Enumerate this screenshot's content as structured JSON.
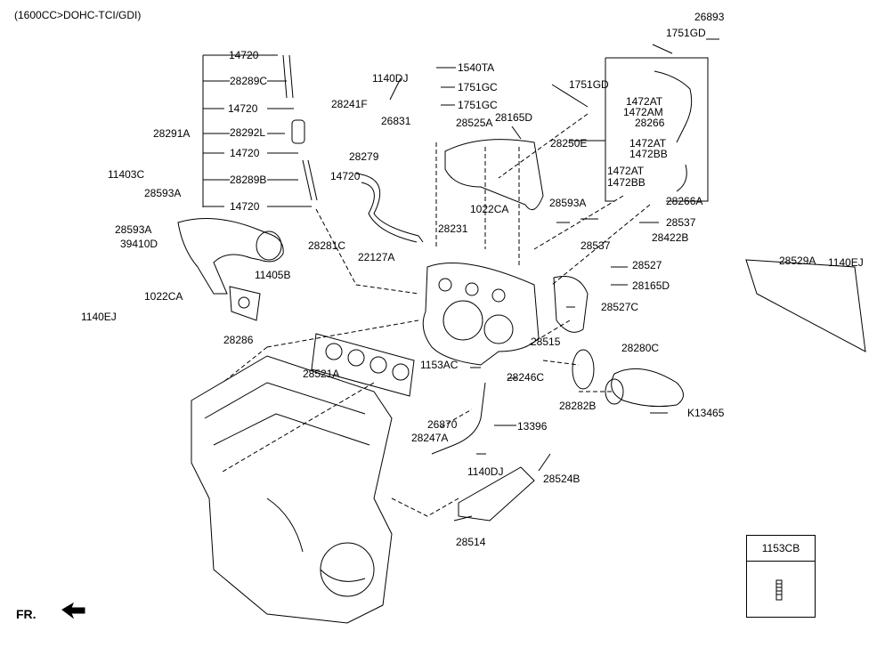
{
  "header": {
    "engine_spec": "(1600CC>DOHC-TCI/GDI)"
  },
  "orientation": {
    "fr_label": "FR."
  },
  "legend_box": {
    "part_no": "1153CB"
  },
  "callouts": [
    {
      "id": "26893",
      "text": "26893"
    },
    {
      "id": "1751GD_a",
      "text": "1751GD"
    },
    {
      "id": "14720_a",
      "text": "14720"
    },
    {
      "id": "28289C",
      "text": "28289C"
    },
    {
      "id": "14720_b",
      "text": "14720"
    },
    {
      "id": "28291A",
      "text": "28291A"
    },
    {
      "id": "28292L",
      "text": "28292L"
    },
    {
      "id": "14720_c",
      "text": "14720"
    },
    {
      "id": "28289B",
      "text": "28289B"
    },
    {
      "id": "14720_d",
      "text": "14720"
    },
    {
      "id": "1140DJ_a",
      "text": "1140DJ"
    },
    {
      "id": "1540TA",
      "text": "1540TA"
    },
    {
      "id": "1751GC_a",
      "text": "1751GC"
    },
    {
      "id": "1751GC_b",
      "text": "1751GC"
    },
    {
      "id": "28241F",
      "text": "28241F"
    },
    {
      "id": "26831",
      "text": "26831"
    },
    {
      "id": "28525A",
      "text": "28525A"
    },
    {
      "id": "28165D_a",
      "text": "28165D"
    },
    {
      "id": "1751GD_b",
      "text": "1751GD"
    },
    {
      "id": "1472AT_a",
      "text": "1472AT"
    },
    {
      "id": "1472AM",
      "text": "1472AM"
    },
    {
      "id": "28266",
      "text": "28266"
    },
    {
      "id": "28250E",
      "text": "28250E"
    },
    {
      "id": "1472AT_b",
      "text": "1472AT"
    },
    {
      "id": "1472BB_a",
      "text": "1472BB"
    },
    {
      "id": "1472AT_c",
      "text": "1472AT"
    },
    {
      "id": "1472BB_b",
      "text": "1472BB"
    },
    {
      "id": "28266A",
      "text": "28266A"
    },
    {
      "id": "11403C",
      "text": "11403C"
    },
    {
      "id": "28593A_a",
      "text": "28593A"
    },
    {
      "id": "28593A_b",
      "text": "28593A"
    },
    {
      "id": "39410D",
      "text": "39410D"
    },
    {
      "id": "28279",
      "text": "28279"
    },
    {
      "id": "14720_e",
      "text": "14720"
    },
    {
      "id": "1022CA_a",
      "text": "1022CA"
    },
    {
      "id": "28593A_c",
      "text": "28593A"
    },
    {
      "id": "28537_a",
      "text": "28537"
    },
    {
      "id": "28537_b",
      "text": "28537"
    },
    {
      "id": "28422B",
      "text": "28422B"
    },
    {
      "id": "28231",
      "text": "28231"
    },
    {
      "id": "28281C",
      "text": "28281C"
    },
    {
      "id": "22127A",
      "text": "22127A"
    },
    {
      "id": "11405B",
      "text": "11405B"
    },
    {
      "id": "28527",
      "text": "28527"
    },
    {
      "id": "28165D_b",
      "text": "28165D"
    },
    {
      "id": "28527C",
      "text": "28527C"
    },
    {
      "id": "1022CA_b",
      "text": "1022CA"
    },
    {
      "id": "1140EJ_a",
      "text": "1140EJ"
    },
    {
      "id": "28286",
      "text": "28286"
    },
    {
      "id": "28529A",
      "text": "28529A"
    },
    {
      "id": "1140EJ_b",
      "text": "1140EJ"
    },
    {
      "id": "28515",
      "text": "28515"
    },
    {
      "id": "28280C",
      "text": "28280C"
    },
    {
      "id": "28521A",
      "text": "28521A"
    },
    {
      "id": "1153AC",
      "text": "1153AC"
    },
    {
      "id": "28246C",
      "text": "28246C"
    },
    {
      "id": "28282B",
      "text": "28282B"
    },
    {
      "id": "K13465",
      "text": "K13465"
    },
    {
      "id": "26870",
      "text": "26870"
    },
    {
      "id": "13396",
      "text": "13396"
    },
    {
      "id": "28247A",
      "text": "28247A"
    },
    {
      "id": "1140DJ_b",
      "text": "1140DJ"
    },
    {
      "id": "28524B",
      "text": "28524B"
    },
    {
      "id": "28514",
      "text": "28514"
    }
  ]
}
